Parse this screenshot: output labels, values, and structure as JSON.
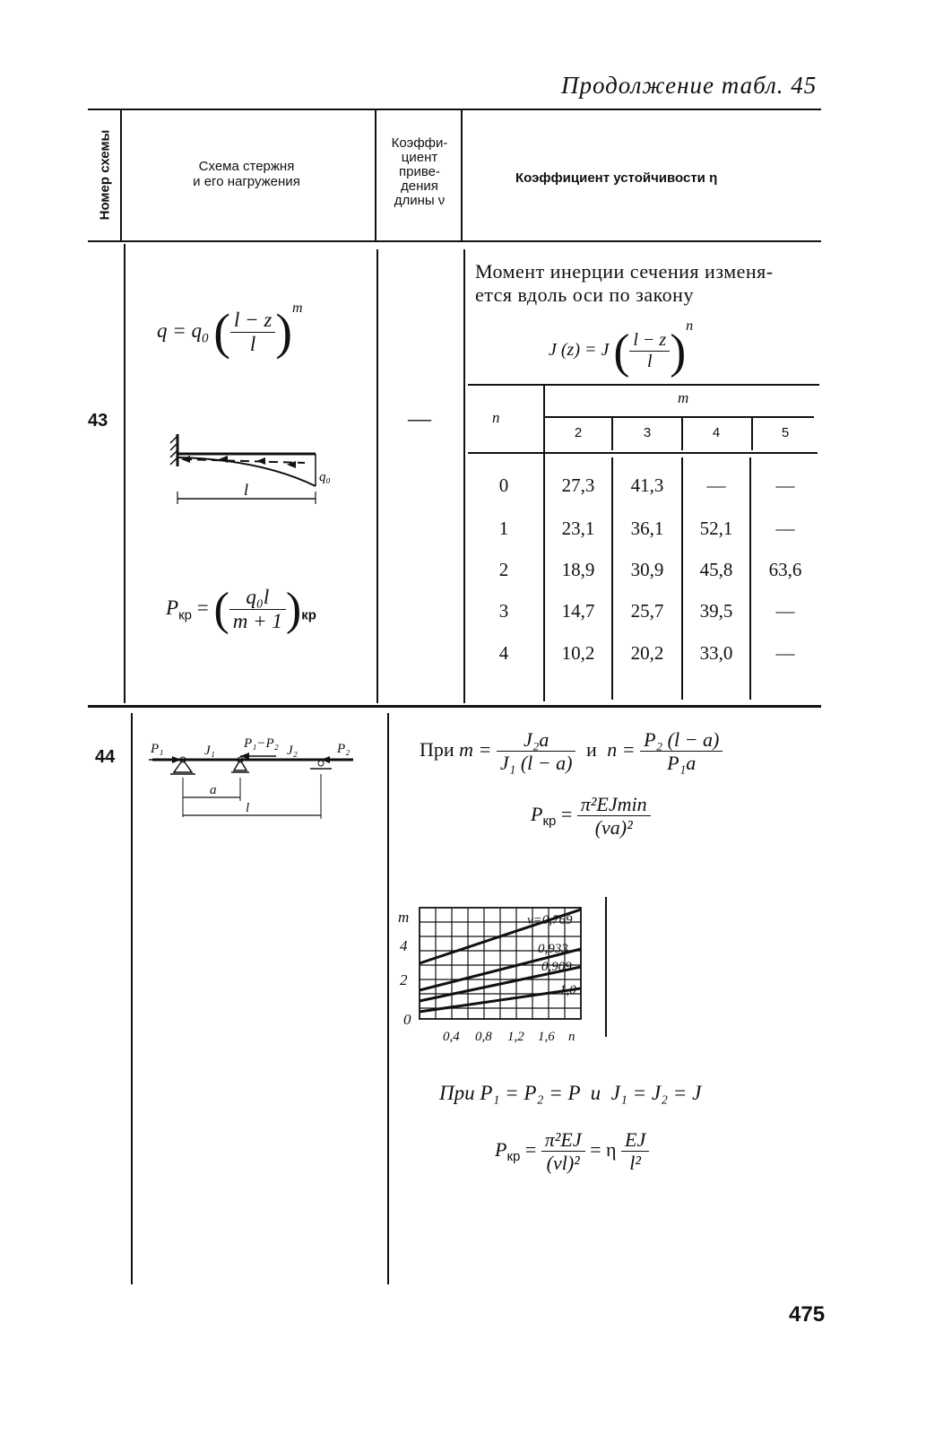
{
  "page": {
    "running_head": "Продолжение табл. 45",
    "page_number": "475"
  },
  "header": {
    "col1": "Номер схемы",
    "col2_line1": "Схема стержня",
    "col2_line2": "и его нагружения",
    "col3_lines": [
      "Коэффи-",
      "циент",
      "приве-",
      "дения",
      "длины ν"
    ],
    "col4": "Коэффициент устойчивости η"
  },
  "row43": {
    "number": "43",
    "nu": "—",
    "load_formula": {
      "lhs": "q = q",
      "sub0": "0",
      "num": "l − z",
      "den": "l",
      "exp": "m"
    },
    "diagram": {
      "length_label": "l",
      "load_label": "q₀"
    },
    "pkr_formula": {
      "lhs": "P",
      "sub": "кр",
      "num": "q₀l",
      "den": "m + 1",
      "tail": "кр"
    },
    "intro_line1": "Момент инерции сечения изменя-",
    "intro_line2": "ется вдоль оси по закону",
    "j_formula": {
      "lhs": "J (z) = J",
      "num": "l − z",
      "den": "l",
      "exp": "n"
    },
    "table": {
      "n_header": "n",
      "m_header": "m",
      "m_values": [
        "2",
        "3",
        "4",
        "5"
      ],
      "rows": [
        {
          "n": "0",
          "vals": [
            "27,3",
            "41,3",
            "—",
            "—"
          ]
        },
        {
          "n": "1",
          "vals": [
            "23,1",
            "36,1",
            "52,1",
            "—"
          ]
        },
        {
          "n": "2",
          "vals": [
            "18,9",
            "30,9",
            "45,8",
            "63,6"
          ]
        },
        {
          "n": "3",
          "vals": [
            "14,7",
            "25,7",
            "39,5",
            "—"
          ]
        },
        {
          "n": "4",
          "vals": [
            "10,2",
            "20,2",
            "33,0",
            "—"
          ]
        }
      ]
    }
  },
  "row44": {
    "number": "44",
    "diagram": {
      "p1": "P₁",
      "j1": "J₁",
      "p_diff": "P₁−P₂",
      "j2": "J₂",
      "p2": "P₂",
      "a": "a",
      "l": "l"
    },
    "cond1": {
      "pri": "При",
      "m_lhs": "m =",
      "m_num": "J₂a",
      "m_den": "J₁ (l − a)",
      "and": "и",
      "n_lhs": "n =",
      "n_num": "P₂ (l − a)",
      "n_den": "P₁a"
    },
    "pkr1": {
      "lhs": "P",
      "sub": "кр",
      "num": "π²EJmin",
      "den": "(νa)²"
    },
    "chart": {
      "y_label": "m",
      "y_ticks": [
        "4",
        "2",
        "0"
      ],
      "x_ticks": [
        "0,4",
        "0,8",
        "1,2",
        "1,6",
        "n"
      ],
      "curve_labels": [
        "ν=0,769",
        "0,933",
        "0,909",
        "1,0"
      ]
    },
    "cond2": {
      "text": "При P₁ = P₂ = P  и  J₁ = J₂ = J"
    },
    "pkr2": {
      "lhs": "P",
      "sub": "кр",
      "eq": "=",
      "num1": "π²EJ",
      "den1": "(νl)²",
      "mid": "= η",
      "num2": "EJ",
      "den2": "l²"
    }
  }
}
